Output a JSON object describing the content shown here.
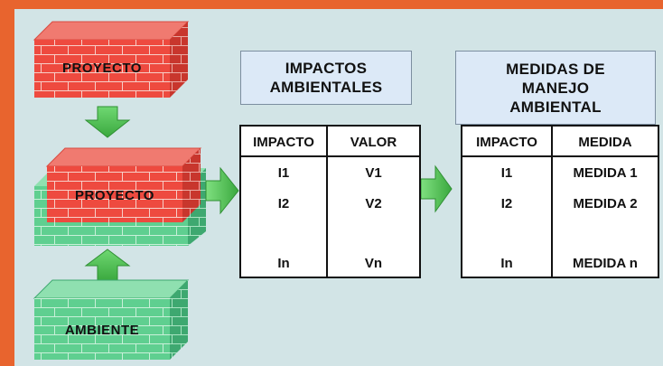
{
  "project_label_top": "PROYECTO",
  "project_label_mid": "PROYECTO",
  "environment_label": "AMBIENTE",
  "impacts": {
    "title_line1": "IMPACTOS",
    "title_line2": "AMBIENTALES",
    "headers": [
      "IMPACTO",
      "VALOR"
    ],
    "rows": [
      [
        "I1",
        "V1"
      ],
      [
        "I2",
        "V2"
      ],
      [
        "In",
        "Vn"
      ]
    ]
  },
  "measures": {
    "title_line1": "MEDIDAS DE",
    "title_line2": "MANEJO",
    "title_line3": "AMBIENTAL",
    "headers": [
      "IMPACTO",
      "MEDIDA"
    ],
    "rows": [
      [
        "I1",
        "MEDIDA 1"
      ],
      [
        "I2",
        "MEDIDA 2"
      ],
      [
        "In",
        "MEDIDA n"
      ]
    ]
  },
  "colors": {
    "frame": "#e8642e",
    "background": "#d2e4e6",
    "red_block": "#ee4a3f",
    "green_block": "#5fcf90",
    "arrow": "#4bc24f"
  }
}
